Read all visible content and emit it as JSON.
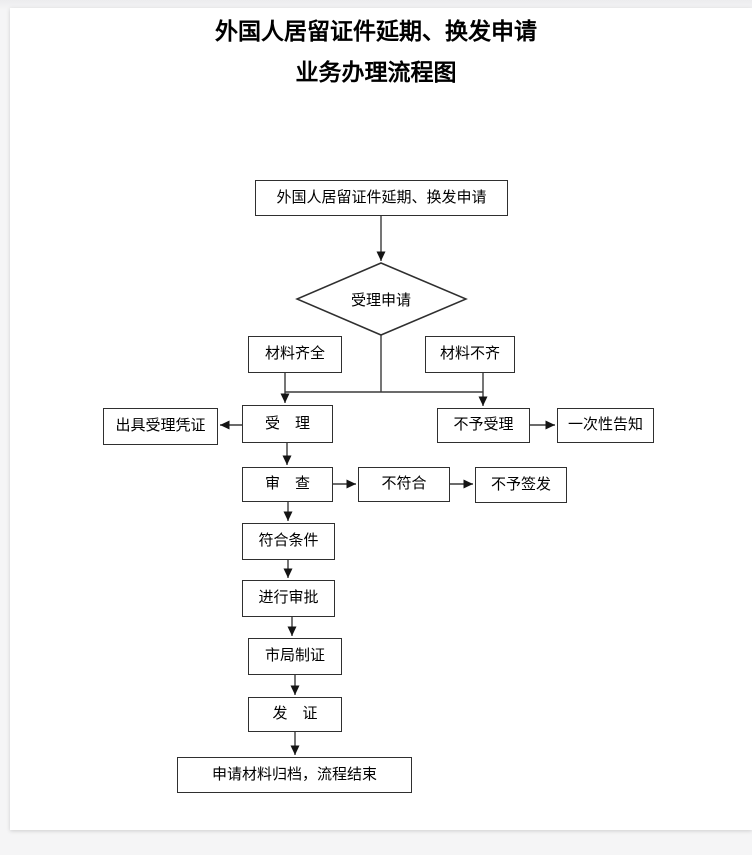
{
  "title": {
    "line1": "外国人居留证件延期、换发申请",
    "line2": "业务办理流程图"
  },
  "flowchart": {
    "nodes": {
      "start": {
        "label": "外国人居留证件延期、换发申请"
      },
      "decision": {
        "label": "受理申请"
      },
      "materials_complete": {
        "label": "材料齐全"
      },
      "materials_incomplete": {
        "label": "材料不齐"
      },
      "issue_receipt": {
        "label": "出具受理凭证"
      },
      "accept": {
        "label": "受　理"
      },
      "reject": {
        "label": "不予受理"
      },
      "one_time_notice": {
        "label": "一次性告知"
      },
      "review": {
        "label": "审　查"
      },
      "not_conform": {
        "label": "不符合"
      },
      "not_issue": {
        "label": "不予签发"
      },
      "conform": {
        "label": "符合条件"
      },
      "make_cert": {
        "label": "市局制证"
      },
      "approval": {
        "label": "进行审批"
      },
      "issue_cert": {
        "label": "发　证"
      },
      "archive": {
        "label": "申请材料归档，流程结束"
      }
    },
    "edges": [
      {
        "from": "start",
        "to": "decision"
      },
      {
        "from": "decision",
        "to": "accept",
        "via": "materials_complete"
      },
      {
        "from": "decision",
        "to": "reject",
        "via": "materials_incomplete"
      },
      {
        "from": "accept",
        "to": "issue_receipt"
      },
      {
        "from": "accept",
        "to": "review"
      },
      {
        "from": "reject",
        "to": "one_time_notice"
      },
      {
        "from": "review",
        "to": "not_conform"
      },
      {
        "from": "not_conform",
        "to": "not_issue"
      },
      {
        "from": "review",
        "to": "conform"
      },
      {
        "from": "conform",
        "to": "approval"
      },
      {
        "from": "approval",
        "to": "make_cert"
      },
      {
        "from": "make_cert",
        "to": "issue_cert"
      },
      {
        "from": "issue_cert",
        "to": "archive"
      }
    ]
  },
  "colors": {
    "canvas_background": "#f5f5f6",
    "page_background": "#ffffff",
    "line": "#3a3a3a",
    "box_border": "#2f2f2f",
    "text": "#000000"
  }
}
